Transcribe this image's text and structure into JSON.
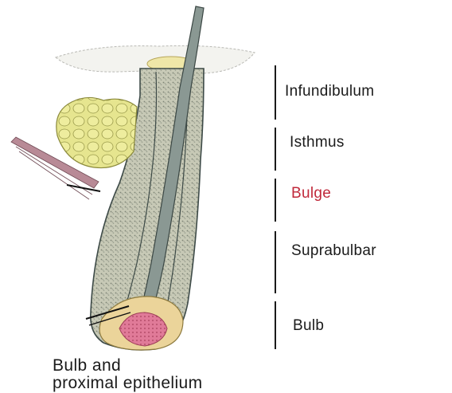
{
  "regions": [
    {
      "label": "Infundibulum",
      "color": "#1a1a1a"
    },
    {
      "label": "Isthmus",
      "color": "#1a1a1a"
    },
    {
      "label": "Bulge",
      "color": "#c0283a"
    },
    {
      "label": "Suprabulbar",
      "color": "#1a1a1a"
    },
    {
      "label": "Bulb",
      "color": "#1a1a1a"
    }
  ],
  "caption": {
    "line1": "Bulb and",
    "line2": "proximal epithelium"
  },
  "colors": {
    "follicle_fill": "#c9cbb8",
    "sebaceous_gland": "#e5e48a",
    "dermal_papilla": "#d96a8a",
    "hair_shaft": "#5f6f6c",
    "arrector_muscle": "#8a5a66"
  }
}
